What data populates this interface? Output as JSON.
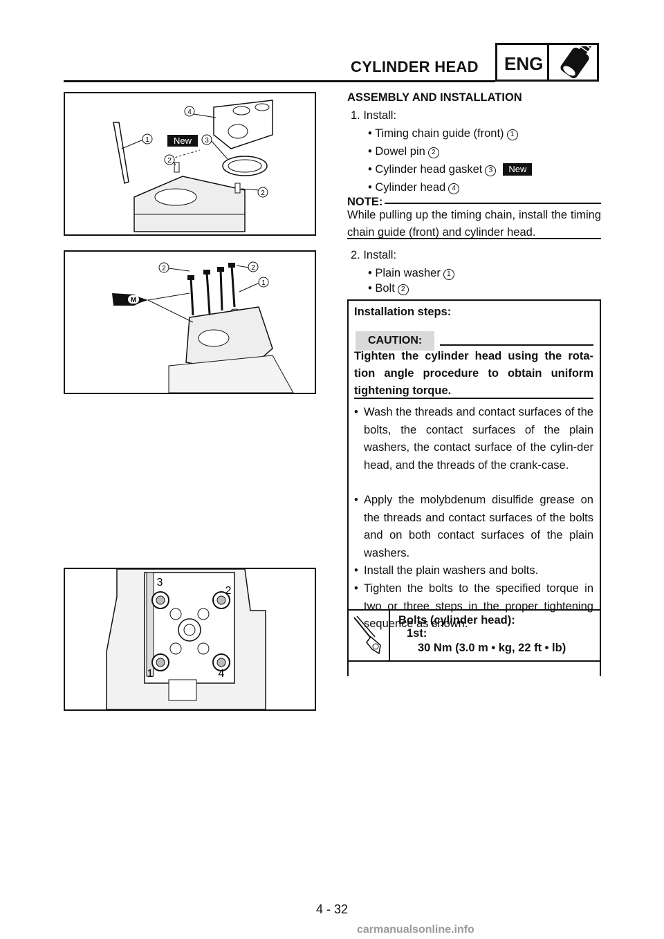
{
  "header": {
    "section_title": "CYLINDER HEAD",
    "badge": "ENG"
  },
  "assembly": {
    "heading": "ASSEMBLY AND INSTALLATION",
    "step1_label": "1.  Install:",
    "step1_items": [
      {
        "text": "Timing chain guide (front)",
        "num": "1"
      },
      {
        "text": "Dowel pin",
        "num": "2"
      },
      {
        "text": "Cylinder head gasket",
        "num": "3",
        "badge": "New"
      },
      {
        "text": "Cylinder head",
        "num": "4"
      }
    ],
    "note_label": "NOTE:",
    "note_text": "While pulling up the timing chain, install the timing chain guide (front) and cylinder head.",
    "step2_label": "2.  Install:",
    "step2_items": [
      {
        "text": "Plain washer",
        "num": "1"
      },
      {
        "text": "Bolt",
        "num": "2"
      }
    ]
  },
  "installation": {
    "title": "Installation steps:",
    "caution_label": "CAUTION:",
    "caution_text": "Tighten the cylinder head using the rota-tion angle procedure to obtain uniform tightening torque.",
    "bullets": [
      "Wash the threads and contact surfaces of the bolts, the contact surfaces of the plain washers, the contact surface of the cylin-der head, and the threads of the crank-case.",
      "Apply the molybdenum disulfide grease on the threads and contact surfaces of the bolts and on both contact surfaces of the plain washers.",
      "Install the plain washers and bolts.",
      "Tighten the bolts to the specified torque in two or three steps in the proper tightening sequence as shown."
    ],
    "torque_title": "Bolts (cylinder head):",
    "torque_step": "1st:",
    "torque_value": "30 Nm (3.0 m • kg, 22 ft • lb)"
  },
  "figures": {
    "fig1_labels": [
      "1",
      "2",
      "3",
      "4",
      "2"
    ],
    "fig1_new": "New",
    "fig2_labels": [
      "2",
      "2",
      "1"
    ],
    "fig2_m": "M",
    "fig3_labels": [
      "3",
      "2",
      "1",
      "4"
    ]
  },
  "footer": {
    "page_number": "4 - 32",
    "watermark": "carmanualsonline.info"
  },
  "colors": {
    "ink": "#111111",
    "caution_bg": "#d9d9d9",
    "watermark": "#9a9a9a"
  }
}
